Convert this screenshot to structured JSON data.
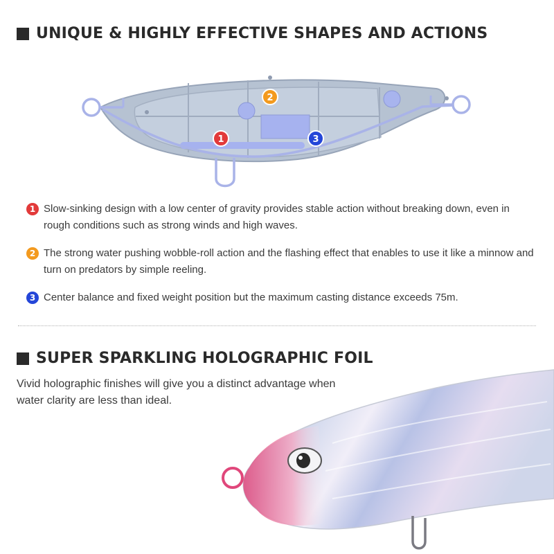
{
  "section1": {
    "title": "UNIQUE & HIGHLY EFFECTIVE SHAPES AND ACTIONS",
    "diagram_markers": [
      "1",
      "2",
      "3"
    ],
    "features": [
      {
        "num": "1",
        "color": "#e23a3a",
        "text": "Slow-sinking design with a low center of gravity provides stable action without breaking down, even in rough conditions such as strong winds and high waves."
      },
      {
        "num": "2",
        "color": "#f39a1e",
        "text": "The strong water pushing wobble-roll action and the flashing effect that enables to use it like a minnow and turn on predators by simple reeling."
      },
      {
        "num": "3",
        "color": "#2446d8",
        "text": "Center balance and fixed weight position but the maximum casting distance exceeds 75m."
      }
    ]
  },
  "section2": {
    "title": "SUPER SPARKLING HOLOGRAPHIC FOIL",
    "description": "Vivid holographic finishes will give you a distinct advantage when water clarity are less than ideal."
  },
  "colors": {
    "heading": "#2a2a2a",
    "body_text": "#3a3a3a",
    "lure_body": "#b3bfcf",
    "wire": "#a9b3e8",
    "lure_head": "#e0477b"
  }
}
